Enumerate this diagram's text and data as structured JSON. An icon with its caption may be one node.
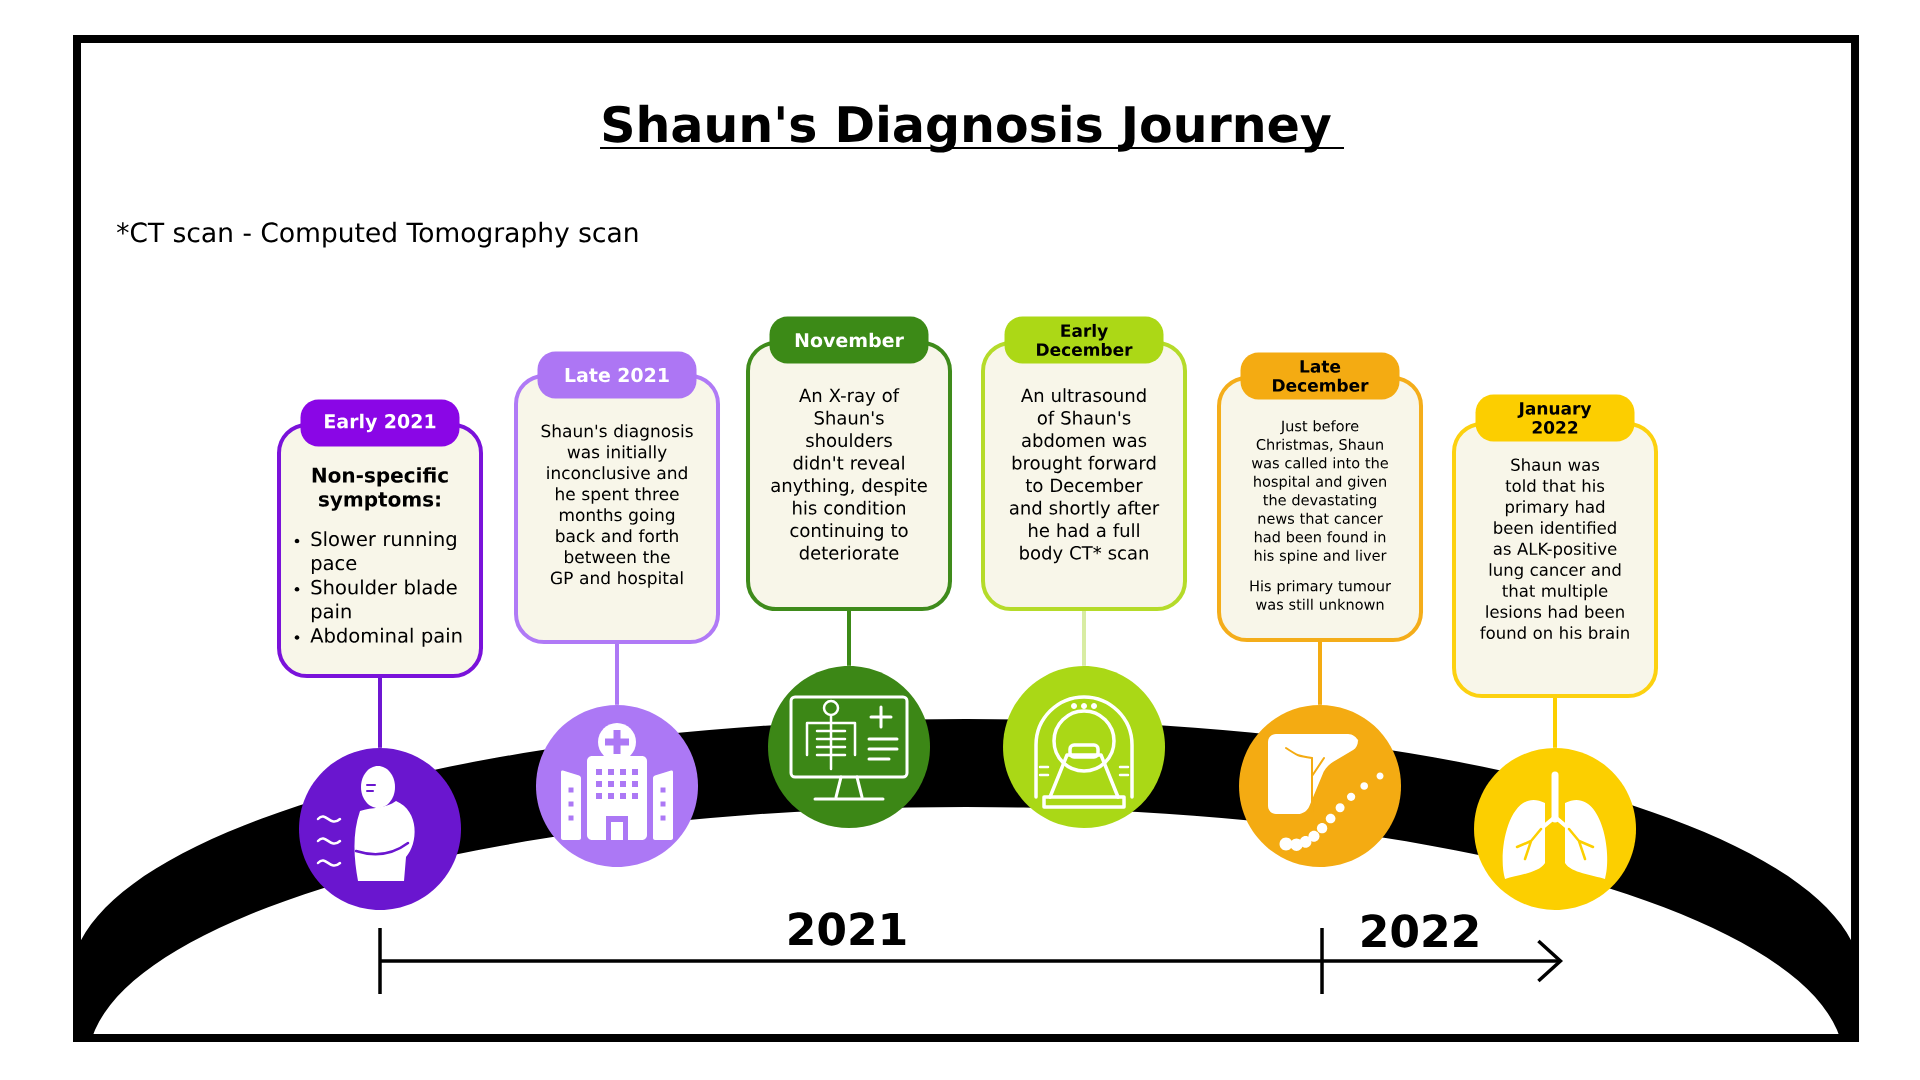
{
  "diagram": {
    "title": "Shaun's Diagnosis Journey",
    "nodes": [
      {
        "text": [
          "Early 2021",
          "Non-specific symptoms:",
          "Slower running pace",
          "Shoulder blade pain",
          "Abdominal pain"
        ]
      },
      {
        "text": [
          "Late 2021",
          "Shaun's diagnosis was initially inconclusive and he spent three months going back and forth between the GP and hospital"
        ]
      },
      {
        "text": [
          "November",
          "An X-ray of Shaun's shoulders didn't reveal anything, despite his condition continuing to deteriorate"
        ]
      },
      {
        "text": [
          "Early December",
          "An ultrasound of Shaun's abdomen was brought forward to December and shortly after he had a full body CT* scan"
        ]
      },
      {
        "text": [
          "Late December",
          "Just before Christmas, Shaun was called into the hospital and given the devastating news that cancer had been found in his spine and liver",
          "His primary tumour was still unknown"
        ]
      },
      {
        "text": [
          "January 2022",
          "Shaun was told that his primary had been identified as ALK-positive lung cancer and that multiple lesions had been found on his brain"
        ]
      },
      {
        "text": [],
        "shape": "circle"
      },
      {
        "text": [],
        "shape": "circle"
      },
      {
        "text": [],
        "shape": "circle"
      },
      {
        "text": [],
        "shape": "circle"
      },
      {
        "text": [],
        "shape": "circle"
      },
      {
        "text": [],
        "shape": "circle"
      }
    ],
    "edges": [
      {
        "from": 0,
        "to": 6,
        "arrow": "none",
        "color": "#6e17d2"
      },
      {
        "from": 1,
        "to": 7,
        "arrow": "none",
        "color": "#ad78f5"
      },
      {
        "from": 2,
        "to": 8,
        "arrow": "none",
        "color": "#3c8a17"
      },
      {
        "from": 3,
        "to": 9,
        "arrow": "none",
        "color": "#d8eca3"
      },
      {
        "from": 4,
        "to": 10,
        "arrow": "none",
        "color": "#f4ab12"
      },
      {
        "from": 5,
        "to": 11,
        "arrow": "none",
        "color": "#fccf00"
      }
    ],
    "labels": [
      "*CT scan - Computed Tomography scan",
      "2021",
      "2022"
    ]
  }
}
